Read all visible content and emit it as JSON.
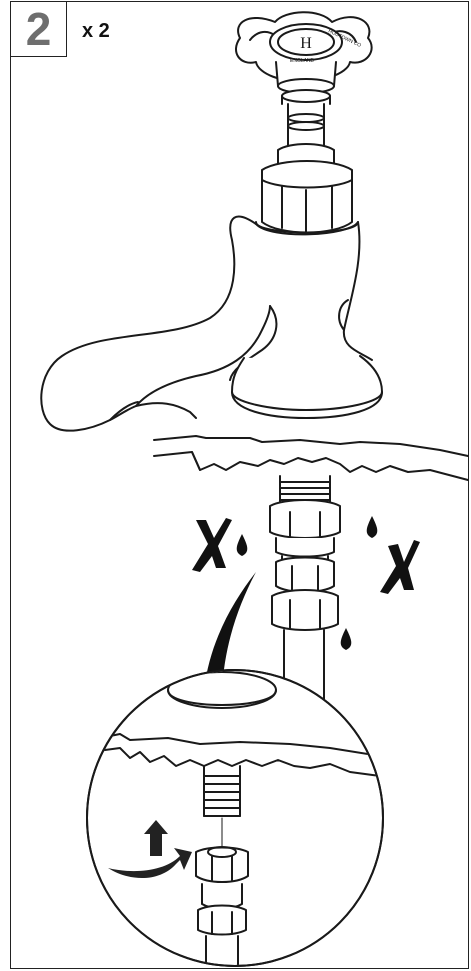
{
  "step": {
    "number": "2",
    "quantity": "x 2"
  },
  "tap_handle": {
    "brand_text": "HOOTOWN CO",
    "country_text": "ENGLAND",
    "monogram": "H"
  },
  "icons": [
    "cross-mark-icon",
    "water-drop-icon",
    "rotate-arrow-icon"
  ],
  "colors": {
    "line": "#1a1a1a",
    "step_number": "#6e6e6e",
    "arrow_dark": "#222222"
  }
}
